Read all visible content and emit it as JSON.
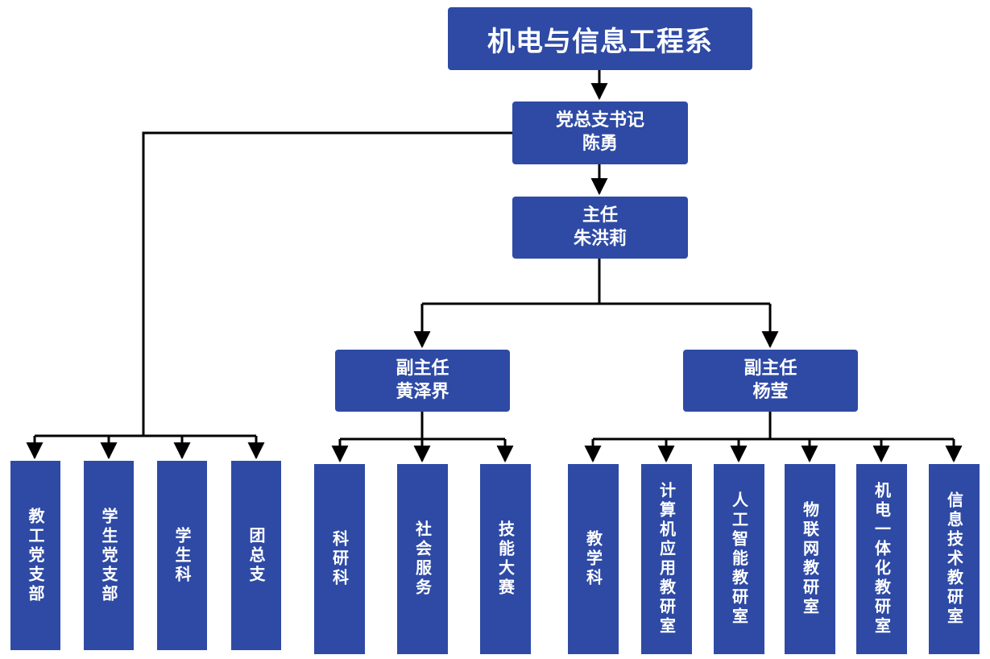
{
  "diagram": {
    "root": {
      "label": "机电与信息工程系"
    },
    "party_secretary": {
      "role": "党总支书记",
      "name": "陈勇"
    },
    "director": {
      "role": "主任",
      "name": "朱洪莉"
    },
    "deputy_left": {
      "role": "副主任",
      "name": "黄泽界"
    },
    "deputy_right": {
      "role": "副主任",
      "name": "杨莹"
    },
    "party_units": [
      "教工党支部",
      "学生党支部",
      "学生科",
      "团总支"
    ],
    "left_units": [
      "科研科",
      "社会服务",
      "技能大赛"
    ],
    "right_units": [
      "教学科",
      "计算机应用教研室",
      "人工智能教研室",
      "物联网教研室",
      "机电一体化教研室",
      "信息技术教研室"
    ],
    "colors": {
      "box": "#2e4aa5",
      "text": "#ffffff",
      "line": "#000000"
    }
  }
}
